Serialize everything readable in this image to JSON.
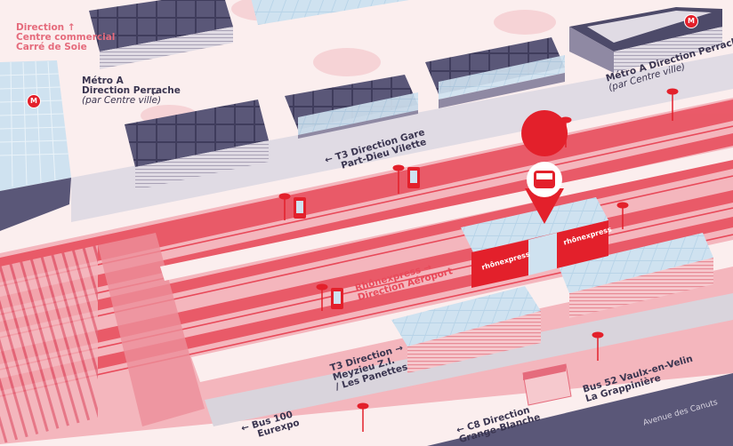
{
  "labels": {
    "carre_de_soie": {
      "line1": "Direction",
      "line2": "Centre commercial",
      "line3": "Carré de Soie",
      "arrow": "↑"
    },
    "metro_a_left": {
      "line1": "Métro A",
      "line2": "Direction Perrache",
      "line3": "(par Centre ville)",
      "arrow": "←"
    },
    "metro_a_right": {
      "line1": "Métro A Direction Perrache",
      "line2": "(par Centre ville)",
      "arrow": "↑"
    },
    "t3_partdieu": {
      "line1": "T3 Direction Gare",
      "line2": "Part-Dieu Vilette",
      "arrow": "←"
    },
    "rhonexpress": {
      "line1": "Rhônexpress",
      "line2": "Direction Aéroport",
      "arrow": "→"
    },
    "t3_meyzieu": {
      "line1": "T3 Direction",
      "line2": "Meyzieu Z.I.",
      "line3": "/ Les Panettes",
      "arrow": "→"
    },
    "bus100": {
      "line1": "Bus 100",
      "line2": "Eurexpo",
      "arrow": "←"
    },
    "c8": {
      "line1": "C8 Direction",
      "line2": "Grange-Blanche",
      "arrow": "←"
    },
    "bus52": {
      "line1": "Bus 52 Vaulx-en-Velin",
      "line2": "La Grappinière"
    },
    "avenue": {
      "text": "Avenue des Canuts"
    },
    "train_brand": {
      "text": "rhônexpress"
    },
    "metro_badge": {
      "text": "M"
    }
  },
  "colors": {
    "background": "#fbeeee",
    "rail_red": "#e84a5a",
    "rail_pink": "#f4b6bd",
    "platform_grey": "#d9d4dc",
    "roof_dark": "#4d4a69",
    "glass_blue": "#b8d4e8",
    "label_dark": "#3a3550",
    "metro_red": "#e3202b"
  },
  "icons": [
    "metro-icon",
    "pin-marker-icon",
    "ticket-machine-icon",
    "bus-stop-icon",
    "arrow-icon"
  ]
}
